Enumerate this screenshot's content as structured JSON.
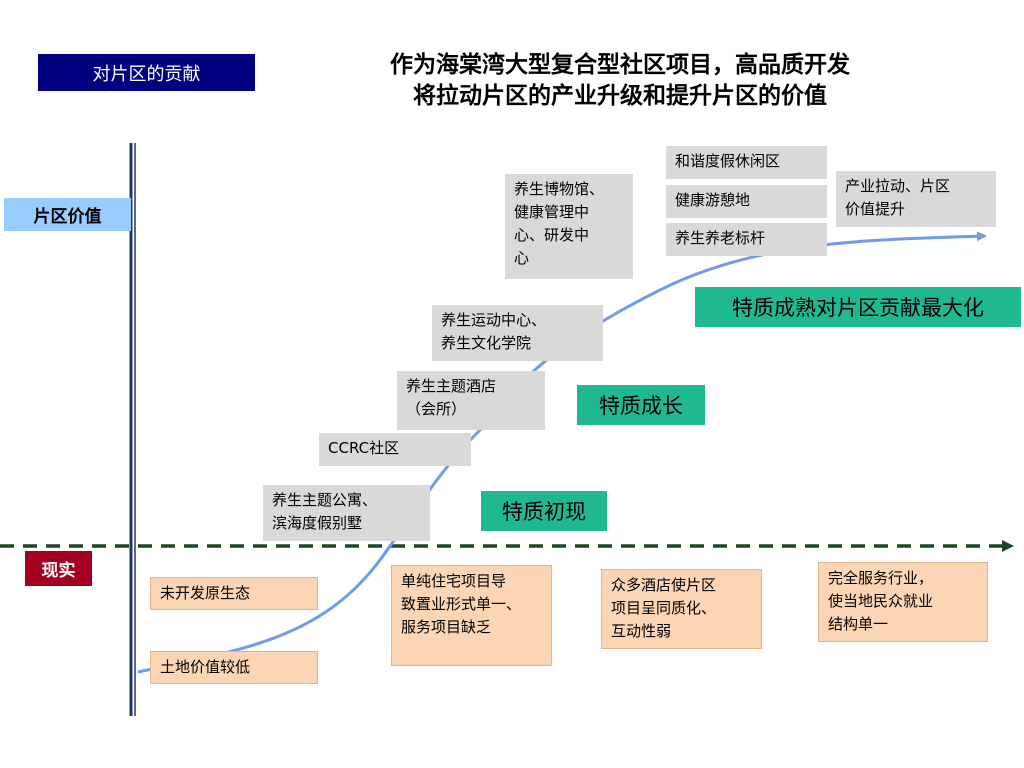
{
  "header_tag": "对片区的贡献",
  "title": {
    "line1": "作为海棠湾大型复合型社区项目，高品质开发",
    "line2": "将拉动片区的产业升级和提升片区的价值"
  },
  "axis_labels": {
    "value": "片区价值",
    "reality": "现实"
  },
  "project_boxes": [
    {
      "id": "apartment",
      "lines": [
        "养生主题公寓、",
        "滨海度假别墅"
      ]
    },
    {
      "id": "ccrc",
      "lines": [
        "CCRC社区"
      ]
    },
    {
      "id": "hotel",
      "lines": [
        "养生主题酒店",
        "（会所）"
      ]
    },
    {
      "id": "sports",
      "lines": [
        "养生运动中心、",
        "养生文化学院"
      ]
    },
    {
      "id": "museum",
      "lines": [
        "养生博物馆、",
        "健康管理中",
        "心、研发中",
        "心"
      ]
    },
    {
      "id": "resort",
      "lines": [
        "和谐度假休闲区"
      ]
    },
    {
      "id": "wellness",
      "lines": [
        "健康游憩地"
      ]
    },
    {
      "id": "eldercare",
      "lines": [
        "养生养老标杆"
      ]
    },
    {
      "id": "uplift",
      "lines": [
        "产业拉动、片区",
        "价值提升"
      ]
    }
  ],
  "stages": {
    "emerge": "特质初现",
    "grow": "特质成长",
    "mature": "特质成熟对片区贡献最大化"
  },
  "reality_boxes": [
    {
      "id": "undeveloped",
      "lines": [
        "未开发原生态"
      ]
    },
    {
      "id": "low-land",
      "lines": [
        "土地价值较低"
      ]
    },
    {
      "id": "single-residential",
      "lines": [
        "单纯住宅项目导",
        "致置业形式单一、",
        "服务项目缺乏"
      ]
    },
    {
      "id": "hotel-homogeneous",
      "lines": [
        "众多酒店使片区",
        "项目呈同质化、",
        "互动性弱"
      ]
    },
    {
      "id": "service-industry",
      "lines": [
        "完全服务行业，",
        "使当地民众就业",
        "结构单一"
      ]
    }
  ],
  "colors": {
    "navy": "#000080",
    "light_blue": "#99ccff",
    "crimson": "#a50021",
    "gray_box": "#d9d9d9",
    "peach_box": "#fcd5b4",
    "green_stage": "#1fb891",
    "curve": "#6f9be8",
    "dashed_axis": "#1e4620"
  }
}
